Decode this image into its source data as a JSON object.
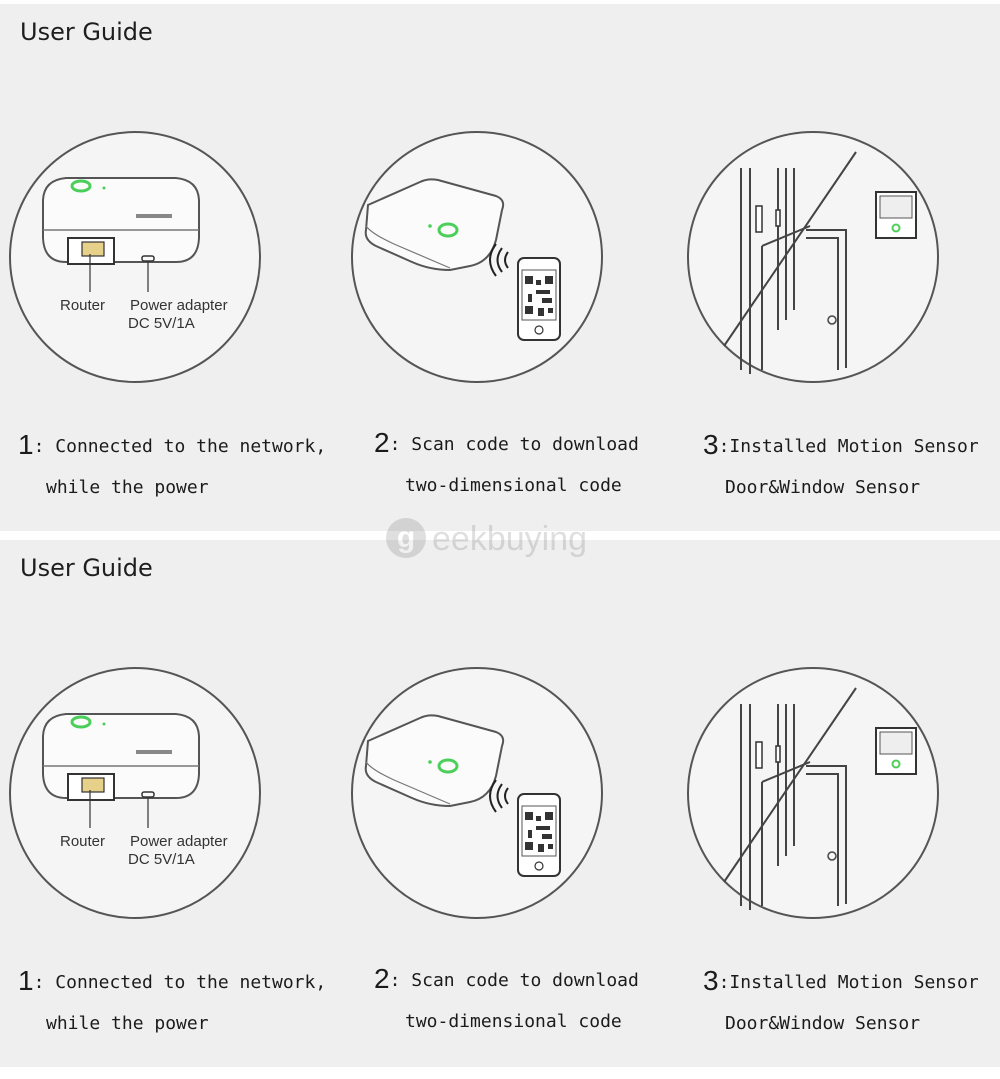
{
  "sections": [
    {
      "title": "User Guide",
      "illustration_labels": {
        "router": "Router",
        "power_adapter": "Power adapter",
        "power_spec": "DC 5V/1A"
      },
      "steps": [
        {
          "number": "1",
          "separator": ":",
          "line1": "Connected to the network,",
          "line2": "while the power"
        },
        {
          "number": "2",
          "separator": ":",
          "line1": "Scan code to download",
          "line2": "two-dimensional code"
        },
        {
          "number": "3",
          "separator": ":",
          "line1": "Installed Motion Sensor",
          "line2": "Door&Window Sensor"
        }
      ]
    },
    {
      "title": "User Guide",
      "illustration_labels": {
        "router": "Router",
        "power_adapter": "Power adapter",
        "power_spec": "DC 5V/1A"
      },
      "steps": [
        {
          "number": "1",
          "separator": ":",
          "line1": "Connected to the network,",
          "line2": "while the power"
        },
        {
          "number": "2",
          "separator": ":",
          "line1": "Scan code to download",
          "line2": "two-dimensional code"
        },
        {
          "number": "3",
          "separator": ":",
          "line1": "Installed Motion Sensor",
          "line2": "Door&Window Sensor"
        }
      ]
    }
  ],
  "watermark": {
    "badge": "g",
    "text": "eekbuying"
  },
  "colors": {
    "background": "#efeff0",
    "indicator_green": "#4ccf5a",
    "line": "#555555"
  },
  "icons": [
    "gateway-hub-icon",
    "ethernet-port-icon",
    "power-port-icon",
    "smartphone-qr-icon",
    "wifi-signal-icon",
    "door-icon",
    "motion-sensor-icon",
    "door-window-sensor-icon"
  ]
}
